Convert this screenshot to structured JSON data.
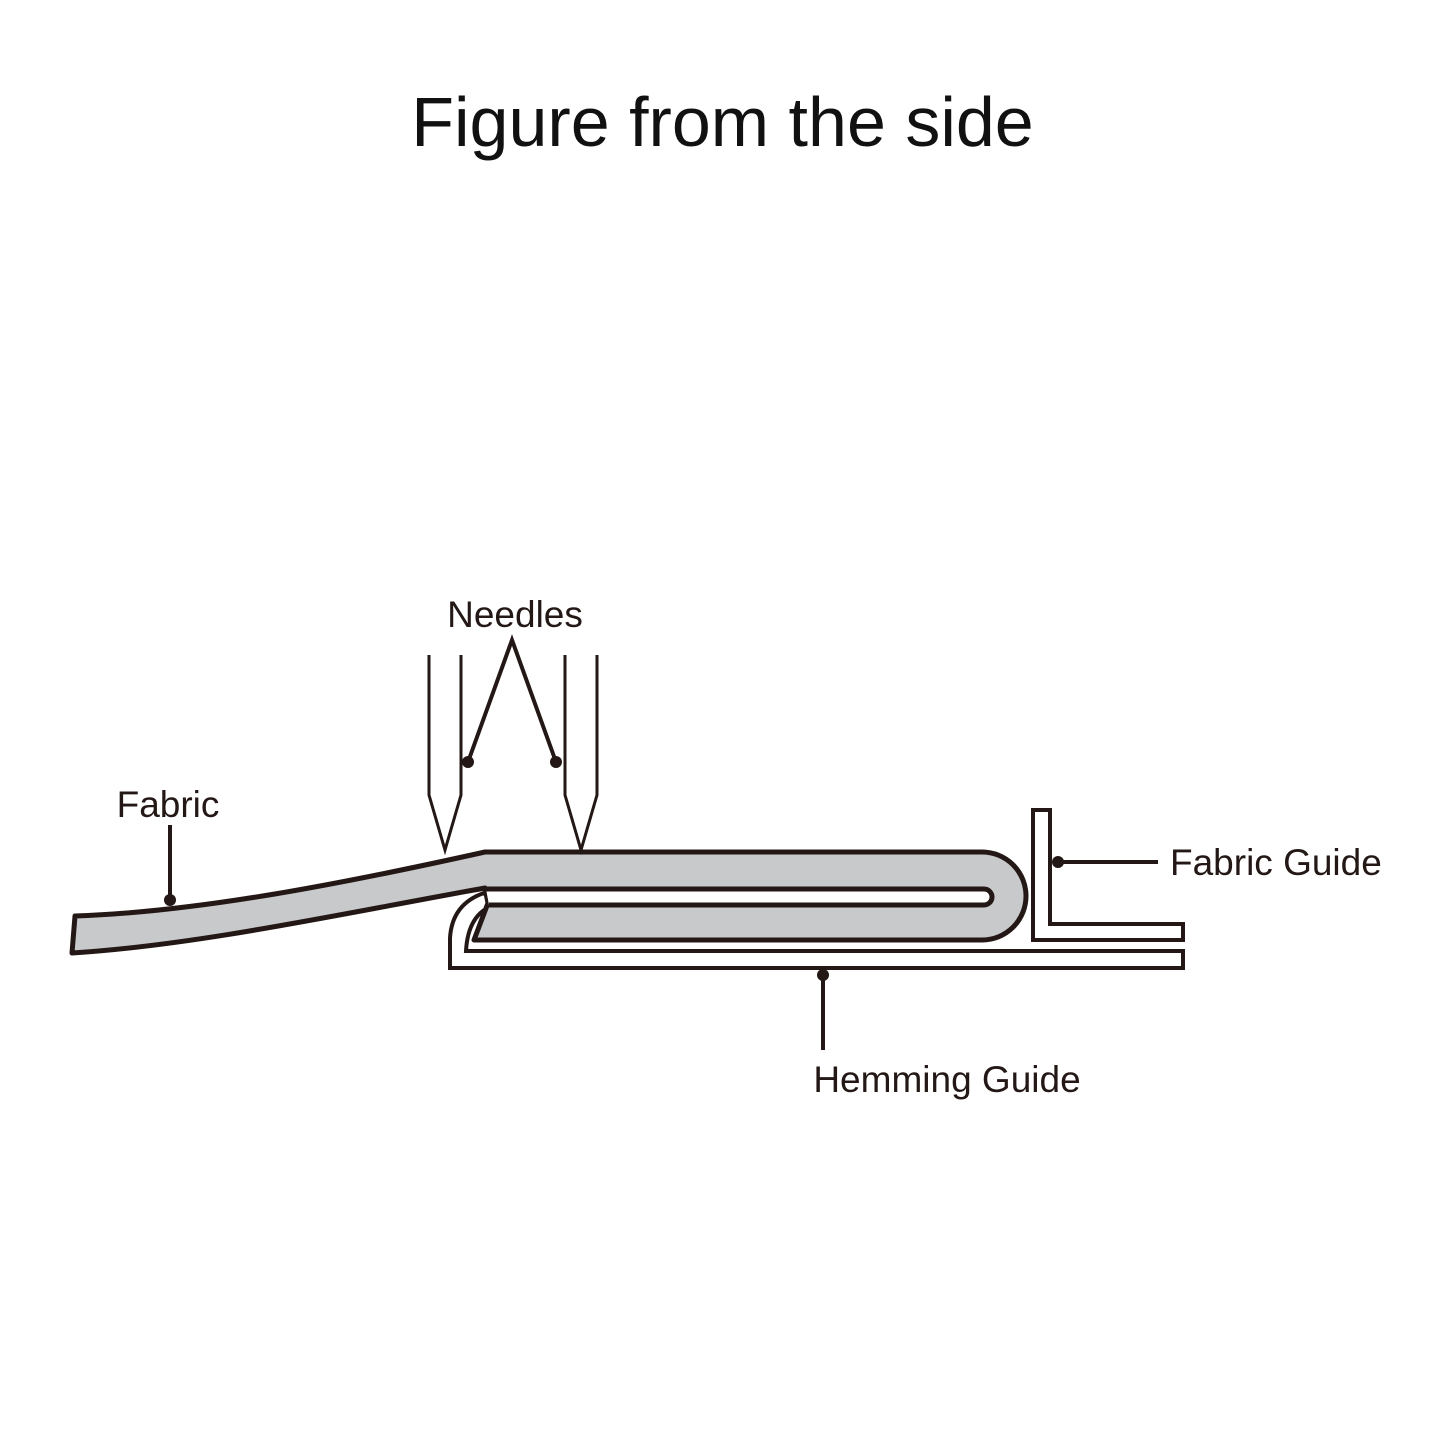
{
  "title": "Figure from the side",
  "labels": {
    "needles": "Needles",
    "fabric": "Fabric",
    "fabric_guide": "Fabric Guide",
    "hemming_guide": "Hemming Guide"
  },
  "colors": {
    "fabric_fill": "#c8c9cb",
    "line": "#231815"
  }
}
